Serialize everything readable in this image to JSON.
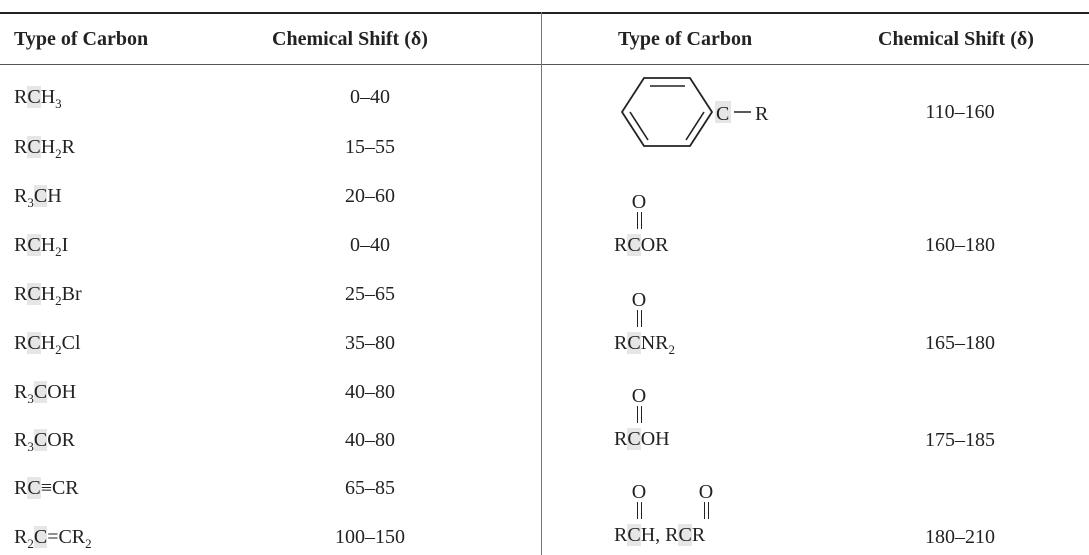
{
  "headers": {
    "left_type": "Type of Carbon",
    "left_shift": "Chemical Shift (δ)",
    "right_type": "Type of Carbon",
    "right_shift": "Chemical Shift (δ)"
  },
  "left_rows": [
    {
      "carbon": "RCH3",
      "shift": "0–40"
    },
    {
      "carbon": "RCH2R",
      "shift": "15–55"
    },
    {
      "carbon": "R3CH",
      "shift": "20–60"
    },
    {
      "carbon": "RCH2I",
      "shift": "0–40"
    },
    {
      "carbon": "RCH2Br",
      "shift": "25–65"
    },
    {
      "carbon": "RCH2Cl",
      "shift": "35–80"
    },
    {
      "carbon": "R3COH",
      "shift": "40–80"
    },
    {
      "carbon": "R3COR",
      "shift": "40–80"
    },
    {
      "carbon": "RC≡CR",
      "shift": "65–85"
    },
    {
      "carbon": "R2C=CR2",
      "shift": "100–150"
    }
  ],
  "right_rows": [
    {
      "carbon": "C—R (aromatic)",
      "shift": "110–160"
    },
    {
      "carbon": "RCOR",
      "carbonyl_atom": "O",
      "shift": "160–180"
    },
    {
      "carbon": "RCNR2",
      "carbonyl_atom": "O",
      "shift": "165–180"
    },
    {
      "carbon": "RCOH",
      "carbonyl_atom": "O",
      "shift": "175–185"
    },
    {
      "carbon": "RCH, RCR",
      "carbonyl_atom": "O",
      "shift": "180–210"
    }
  ],
  "colors": {
    "highlight": "#e6e6e6",
    "text": "#222222",
    "rule": "#222222"
  }
}
